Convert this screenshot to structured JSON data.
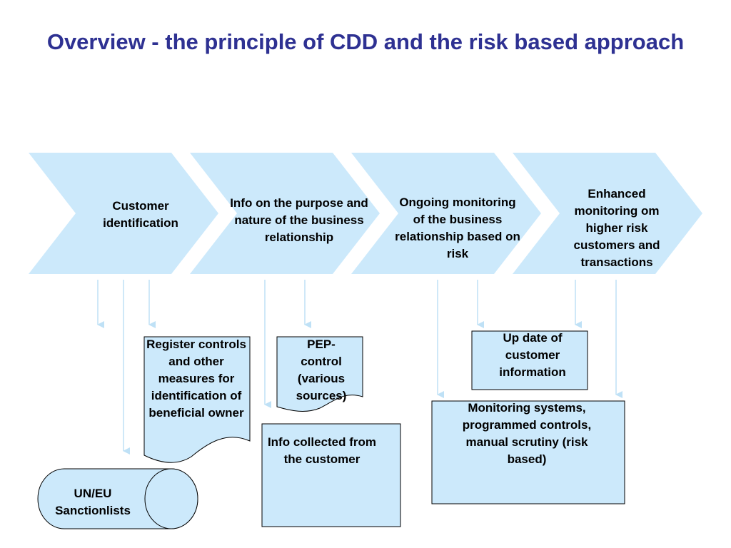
{
  "title": "Overview - the principle of CDD and the risk based approach",
  "steps": [
    {
      "label": "Customer identification"
    },
    {
      "label": "Info on the purpose and nature of the business relationship"
    },
    {
      "label": "Ongoing monitoring of the business relationship based on risk"
    },
    {
      "label": "Enhanced monitoring om higher risk customers and transactions"
    }
  ],
  "boxes": {
    "register": "Register controls and other measures for identification of beneficial owner",
    "pep": "PEP-control (various sources)",
    "info_collected": "Info collected from the customer",
    "update": "Up date of customer information",
    "monitoring": "Monitoring systems, programmed controls, manual scrutiny (risk based)",
    "sanctions": "UN/EU Sanctionlists"
  },
  "colors": {
    "title": "#2e3192",
    "chevron_fill": "#cce9fb",
    "box_fill": "#cce9fb",
    "arrow": "#bfe1f6"
  }
}
